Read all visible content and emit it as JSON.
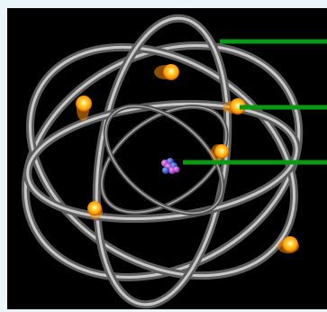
{
  "diagram": {
    "subject": "atom",
    "parts": [
      "orbit-ring",
      "electron",
      "nucleus"
    ],
    "colors": {
      "frame": "#eaf4fb",
      "background": "#000000",
      "orbit": "#8c8c8c",
      "orbit_highlight": "#d8d8d8",
      "electron": "#ffb000",
      "electron_core": "#fff3b0",
      "pointer": "#0a9a12",
      "nucleus_proton": "#b030d0",
      "nucleus_neutron": "#3050e0"
    },
    "labels": []
  }
}
